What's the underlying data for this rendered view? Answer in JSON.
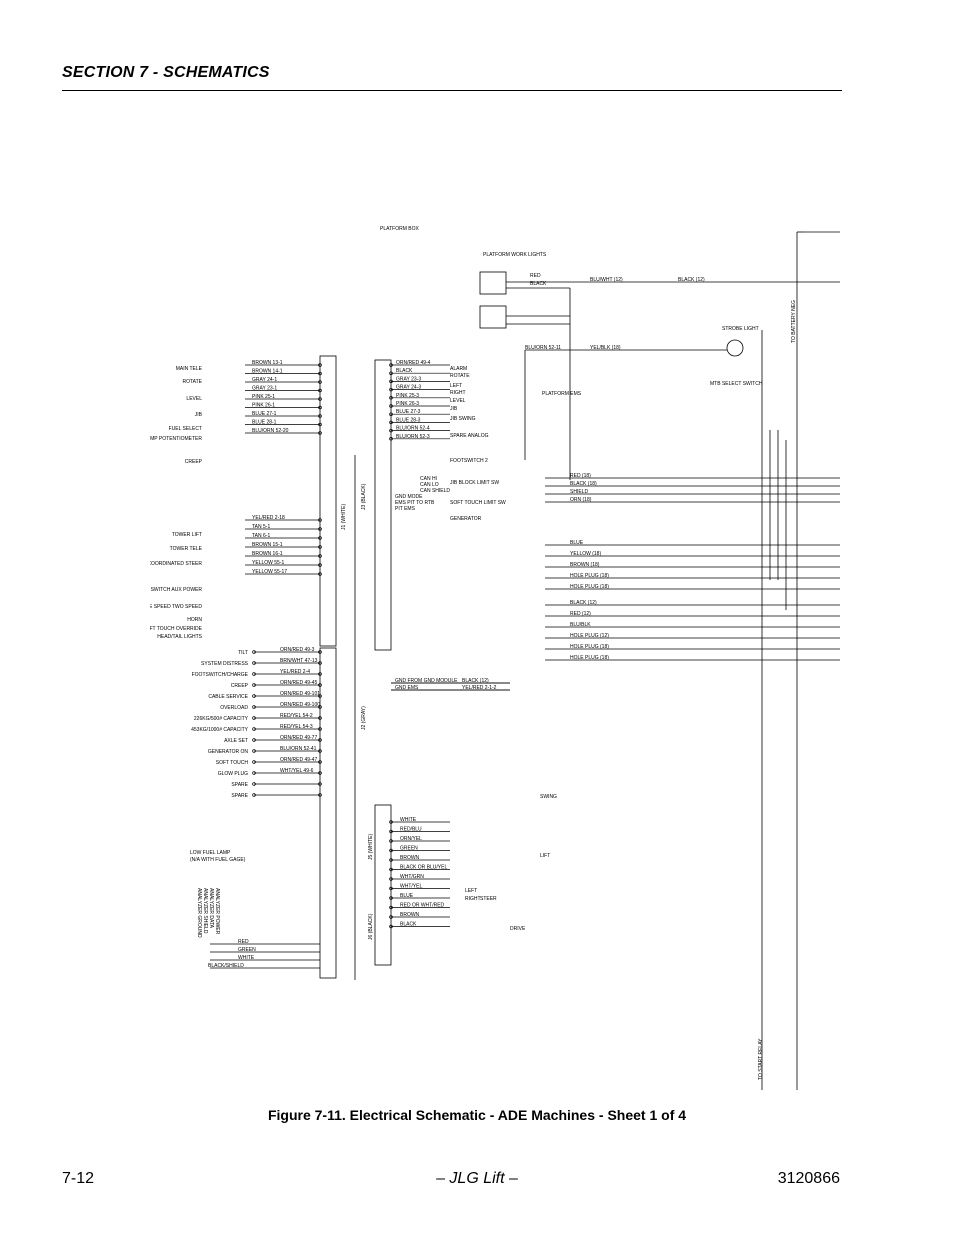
{
  "header": {
    "section_title": "SECTION 7 - SCHEMATICS"
  },
  "schematic": {
    "platform_box": "PLATFORM BOX",
    "platform_work_lights": "PLATFORM WORK LIGHTS",
    "strobe_light": "STROBE LIGHT",
    "mtb_select_switch": "MTB SELECT SWITCH",
    "to_battery": "TO BATTERY NEG",
    "to_start_relay": "TO START RELAY",
    "platform_ems": "PLATFORM EMS",
    "j1_label": "J1 (WHITE)",
    "j2_label": "J2 (GRAY)",
    "j3_label": "J3 (BLACK)",
    "j5_label": "J5 (WHITE)",
    "j6_label": "J6 (BLACK)",
    "left_labels": [
      "MAIN TELE",
      "ROTATE",
      "LEVEL",
      "JIB",
      "FUEL SELECT",
      "PUMP POTENTIOMETER",
      "CREEP",
      "TOWER LIFT",
      "TOWER TELE",
      "CRAB STEER COORDINATED STEER",
      "START SWITCH AUX POWER",
      "ENGINE SPEED TWO SPEED",
      "HORN",
      "SOFT TOUCH OVERRIDE",
      "HEAD/TAIL LIGHTS"
    ],
    "left_wires": [
      "BROWN 13-1",
      "BROWN 14-1",
      "GRAY 24-1",
      "GRAY 23-1",
      "PINK 25-1",
      "PINK 26-1",
      "BLUE 27-1",
      "BLUE 28-1",
      "BLU/ORN 52-20",
      "YEL/RED 2-18",
      "TAN 5-1",
      "TAN 6-1",
      "BROWN 15-1",
      "BROWN 16-1",
      "YELLOW 55-1",
      "YELLOW 55-17"
    ],
    "j2_labels": [
      "TILT",
      "SYSTEM DISTRESS",
      "FOOTSWITCH/CHARGE",
      "CREEP",
      "CABLE SERVICE",
      "OVERLOAD",
      "226KG/500# CAPACITY",
      "453KG/1000# CAPACITY",
      "AXLE SET",
      "GENERATOR ON",
      "SOFT TOUCH",
      "GLOW PLUG",
      "SPARE",
      "SPARE"
    ],
    "j2_wires": [
      "ORN/RED 49-3",
      "BRN/WHT 47-13",
      "YEL/RED 2-4",
      "ORN/RED 49-45",
      "ORN/RED 49-101",
      "ORN/RED 49-100",
      "RED/YEL 54-2",
      "RED/YEL 54-3",
      "ORN/RED 49-77",
      "BLU/ORN 52-41",
      "ORN/RED 49-47",
      "WHT/YEL 49-6"
    ],
    "fuel_labels": [
      "LOW FUEL LAMP",
      "(N/A WITH FUEL GAGE)"
    ],
    "analyzer_labels": [
      "ANALYZER GROUND",
      "ANALYZER SHIELD",
      "ANALYZER DATA",
      "ANALYZER POWER"
    ],
    "analyzer_wires": [
      "RED",
      "GREEN",
      "WHITE",
      "BLACK/SHIELD"
    ],
    "j3_labels": [
      "ALARM",
      "ROTATE",
      "LEFT",
      "RIGHT",
      "LEVEL",
      "JIB",
      "JIB SWING",
      "SPARE ANALOG",
      "FOOTSWITCH 2",
      "JIB BLOCK LIMIT SW",
      "SOFT TOUCH LIMIT SW",
      "GENERATOR"
    ],
    "j3_wires": [
      "ORN/RED 49-4",
      "BLACK",
      "GRAY 23-3",
      "GRAY 24-3",
      "PINK 25-3",
      "PINK 26-3",
      "BLUE 27-3",
      "BLUE 28-3",
      "BLU/ORN 52-4",
      "BLU/ORN 52-3"
    ],
    "can_labels": [
      "CAN HI",
      "CAN LO",
      "CAN SHIELD",
      "GND MODE",
      "EMS PIT TO RTB",
      "PIT EMS"
    ],
    "right_wires": [
      "RED (18)",
      "BLACK (18)",
      "SHIELD",
      "ORN (18)",
      "BLUE",
      "YELLOW (18)",
      "BROWN (18)",
      "HOLE PLUG (18)",
      "HOLE PLUG (18)",
      "BLACK (12)",
      "RED (12)",
      "BLU/BLK",
      "HOLE PLUG (12)",
      "HOLE PLUG (18)",
      "HOLE PLUG (18)"
    ],
    "light_wires": [
      "RED",
      "BLACK",
      "BLU/WHT (12)",
      "BLACK (12)",
      "YEL/BLK (18)",
      "BLU/ORN 52-11"
    ],
    "ground_labels": [
      "GND FROM GND MODULE",
      "GND EMS",
      "BLACK (12)",
      "YEL/RED 2-1-2"
    ],
    "j5_labels": [
      "SWING",
      "LIFT",
      "LEFT",
      "RIGHT",
      "STEER",
      "DRIVE"
    ],
    "j5_wires": [
      "WHITE",
      "RED/BLU",
      "ORN/YEL",
      "GREEN",
      "BROWN",
      "BLACK OR BLU/YEL",
      "WHT/GRN",
      "WHT/YEL",
      "BLUE",
      "RED OR WHT/RED",
      "BROWN",
      "BLACK"
    ]
  },
  "caption": "Figure 7-11.  Electrical Schematic - ADE Machines - Sheet 1 of 4",
  "footer": {
    "page": "7-12",
    "center": "– JLG Lift –",
    "doc_number": "3120866"
  }
}
